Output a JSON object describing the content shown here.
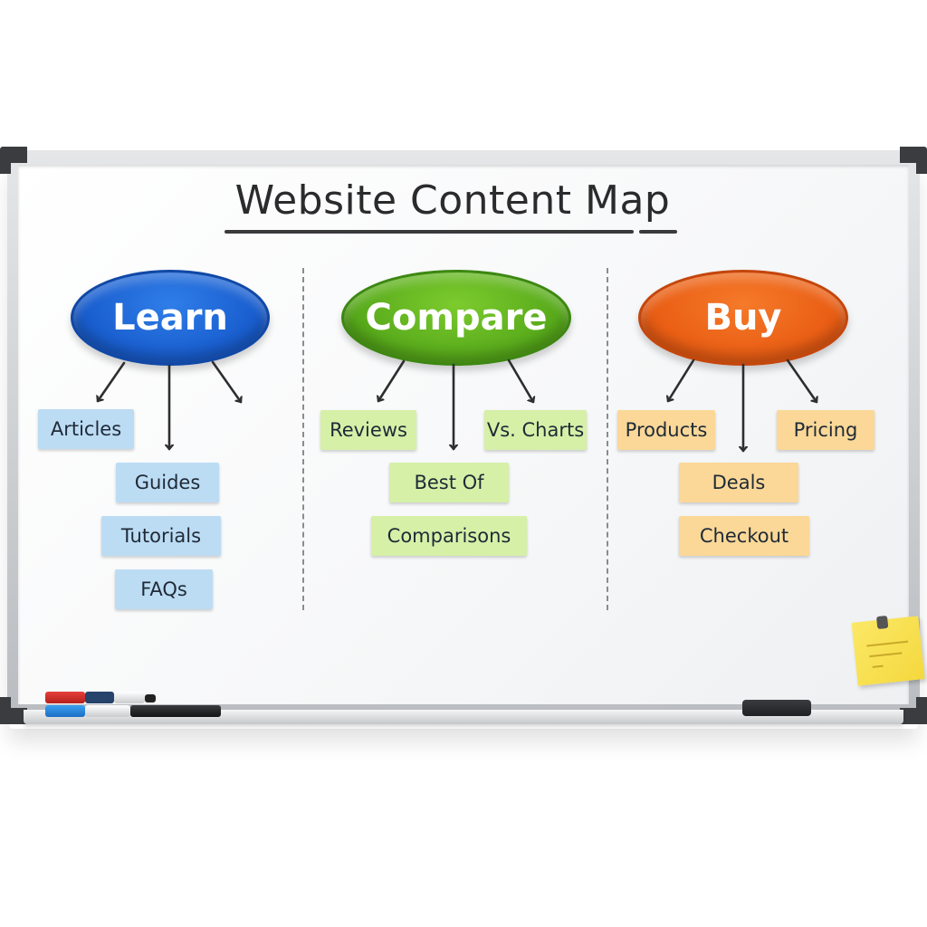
{
  "title": "Website Content Map",
  "colors": {
    "learn": "#1a5fd0",
    "compare": "#5aac1c",
    "buy": "#ea5f15",
    "learn_card": "#bcdcf4",
    "compare_card": "#d6f0a8",
    "buy_card": "#fbd897",
    "ink": "#2b2b2e"
  },
  "columns": [
    {
      "label": "Learn",
      "color": "blue",
      "items": [
        "Articles",
        "Guides",
        "Tutorials",
        "FAQs"
      ]
    },
    {
      "label": "Compare",
      "color": "green",
      "items": [
        "Reviews",
        "Vs. Charts",
        "Best Of",
        "Comparisons"
      ]
    },
    {
      "label": "Buy",
      "color": "orange",
      "items": [
        "Products",
        "Pricing",
        "Deals",
        "Checkout"
      ]
    }
  ],
  "props": {
    "markers": [
      "red-marker",
      "blue-marker",
      "black-marker"
    ],
    "eraser": "eraser",
    "sticky_note": "sticky-note"
  }
}
